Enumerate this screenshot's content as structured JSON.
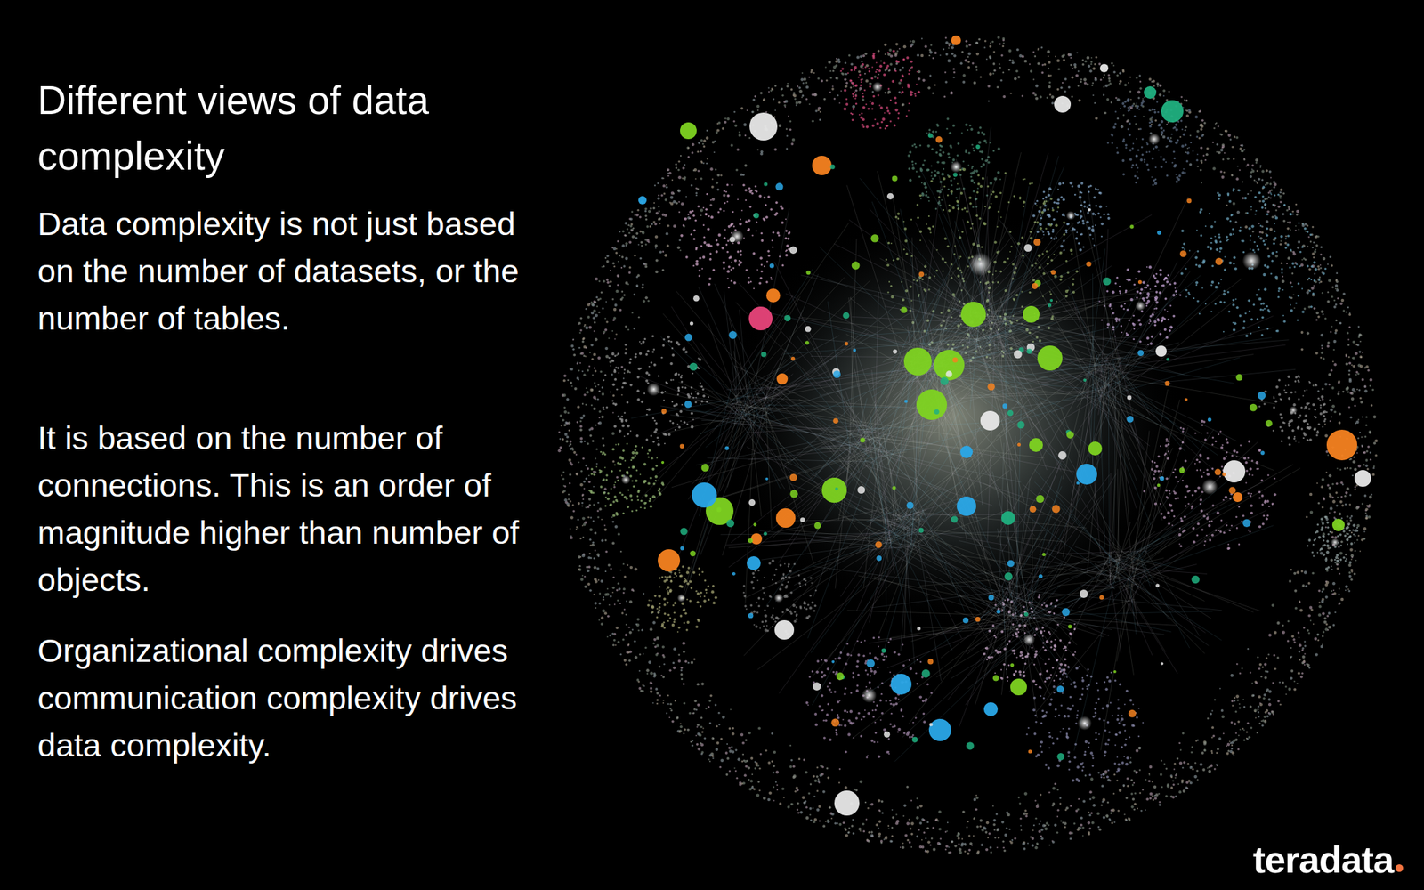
{
  "diagram": {
    "title": "Different views of data complexity",
    "labels": [
      "Data complexity is not just based on the number of datasets, or the number of tables.",
      "It is based on the number of connections. This is an order of magnitude higher than number of objects.",
      "Organizational complexity drives communication complexity drives data complexity.",
      "teradata"
    ]
  }
}
